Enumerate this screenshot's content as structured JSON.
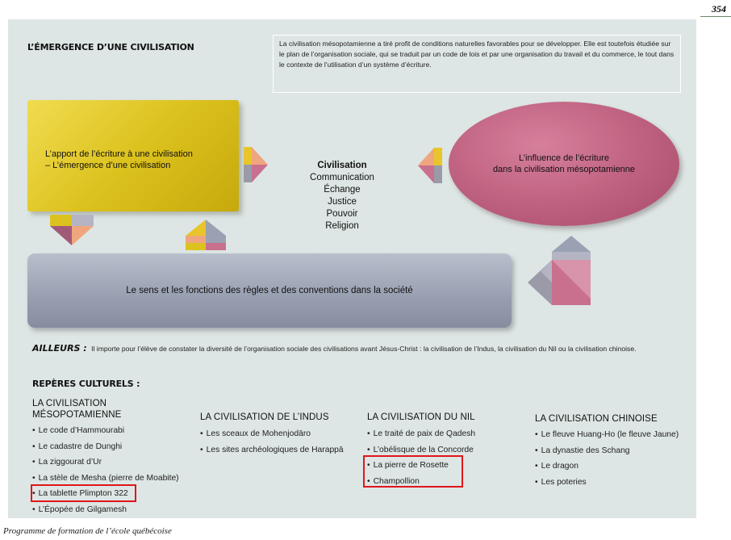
{
  "page_number": "354",
  "section_title": "L’ÉMERGENCE D’UNE CIVILISATION",
  "intro_text": "La civilisation mésopotamienne a tiré profit de conditions naturelles favorables pour se développer. Elle est toutefois étudiée sur le plan de l’organisation sociale, qui se traduit par un code de lois et par une organisation du travail et du commerce, le tout dans le contexte de l’utilisation d’un système d’écriture.",
  "diagram": {
    "yellow_box": {
      "line1": "L’apport de l’écriture à une civilisation",
      "line2": "– L’émergence d’une civilisation"
    },
    "pink_ellipse": {
      "line1": "L’influence de l’écriture",
      "line2": "dans la civilisation mésopotamienne"
    },
    "center_items": [
      "Civilisation",
      "Communication",
      "Échange",
      "Justice",
      "Pouvoir",
      "Religion"
    ],
    "gray_bar": "Le sens et les fonctions des règles et des conventions dans la société"
  },
  "ailleurs": {
    "label": "AILLEURS :",
    "text": "Il importe pour l’élève de constater la diversité de l’organisation sociale des civilisations avant Jésus-Christ : la civilisation de l’Indus, la civilisation du Nil ou la civilisation chinoise."
  },
  "reperes_title": "REPÈRES CULTURELS :",
  "columns": [
    {
      "title_line1": "LA CIVILISATION",
      "title_line2": "MÉSOPOTAMIENNE",
      "items": [
        "Le code d’Hammourabi",
        "Le cadastre de Dunghi",
        "La ziggourat d’Ur",
        "La stèle de Mesha (pierre de Moabite)",
        "La tablette Plimpton 322",
        "L’Épopée de Gilgamesh"
      ]
    },
    {
      "title": "LA CIVILISATION DE L’INDUS",
      "items": [
        "Les sceaux de Mohenjodāro",
        "Les sites archéologiques de Harappā"
      ]
    },
    {
      "title": "LA CIVILISATION DU NIL",
      "items": [
        "Le traité de paix de Qadesh",
        "L’obélisque de la Concorde",
        "La pierre de Rosette",
        "Champollion"
      ]
    },
    {
      "title": "LA CIVILISATION CHINOISE",
      "items": [
        "Le fleuve Huang-Ho (le fleuve Jaune)",
        "La dynastie des Schang",
        "Le dragon",
        "Les poteries"
      ]
    }
  ],
  "footer": "Programme de formation de l’école québécoise",
  "colors": {
    "panel": "#dde6e4",
    "yellow": "#dcc21e",
    "pink": "#bd5f7e",
    "gray": "#9aa1b2",
    "highlight": "#e0151b"
  }
}
